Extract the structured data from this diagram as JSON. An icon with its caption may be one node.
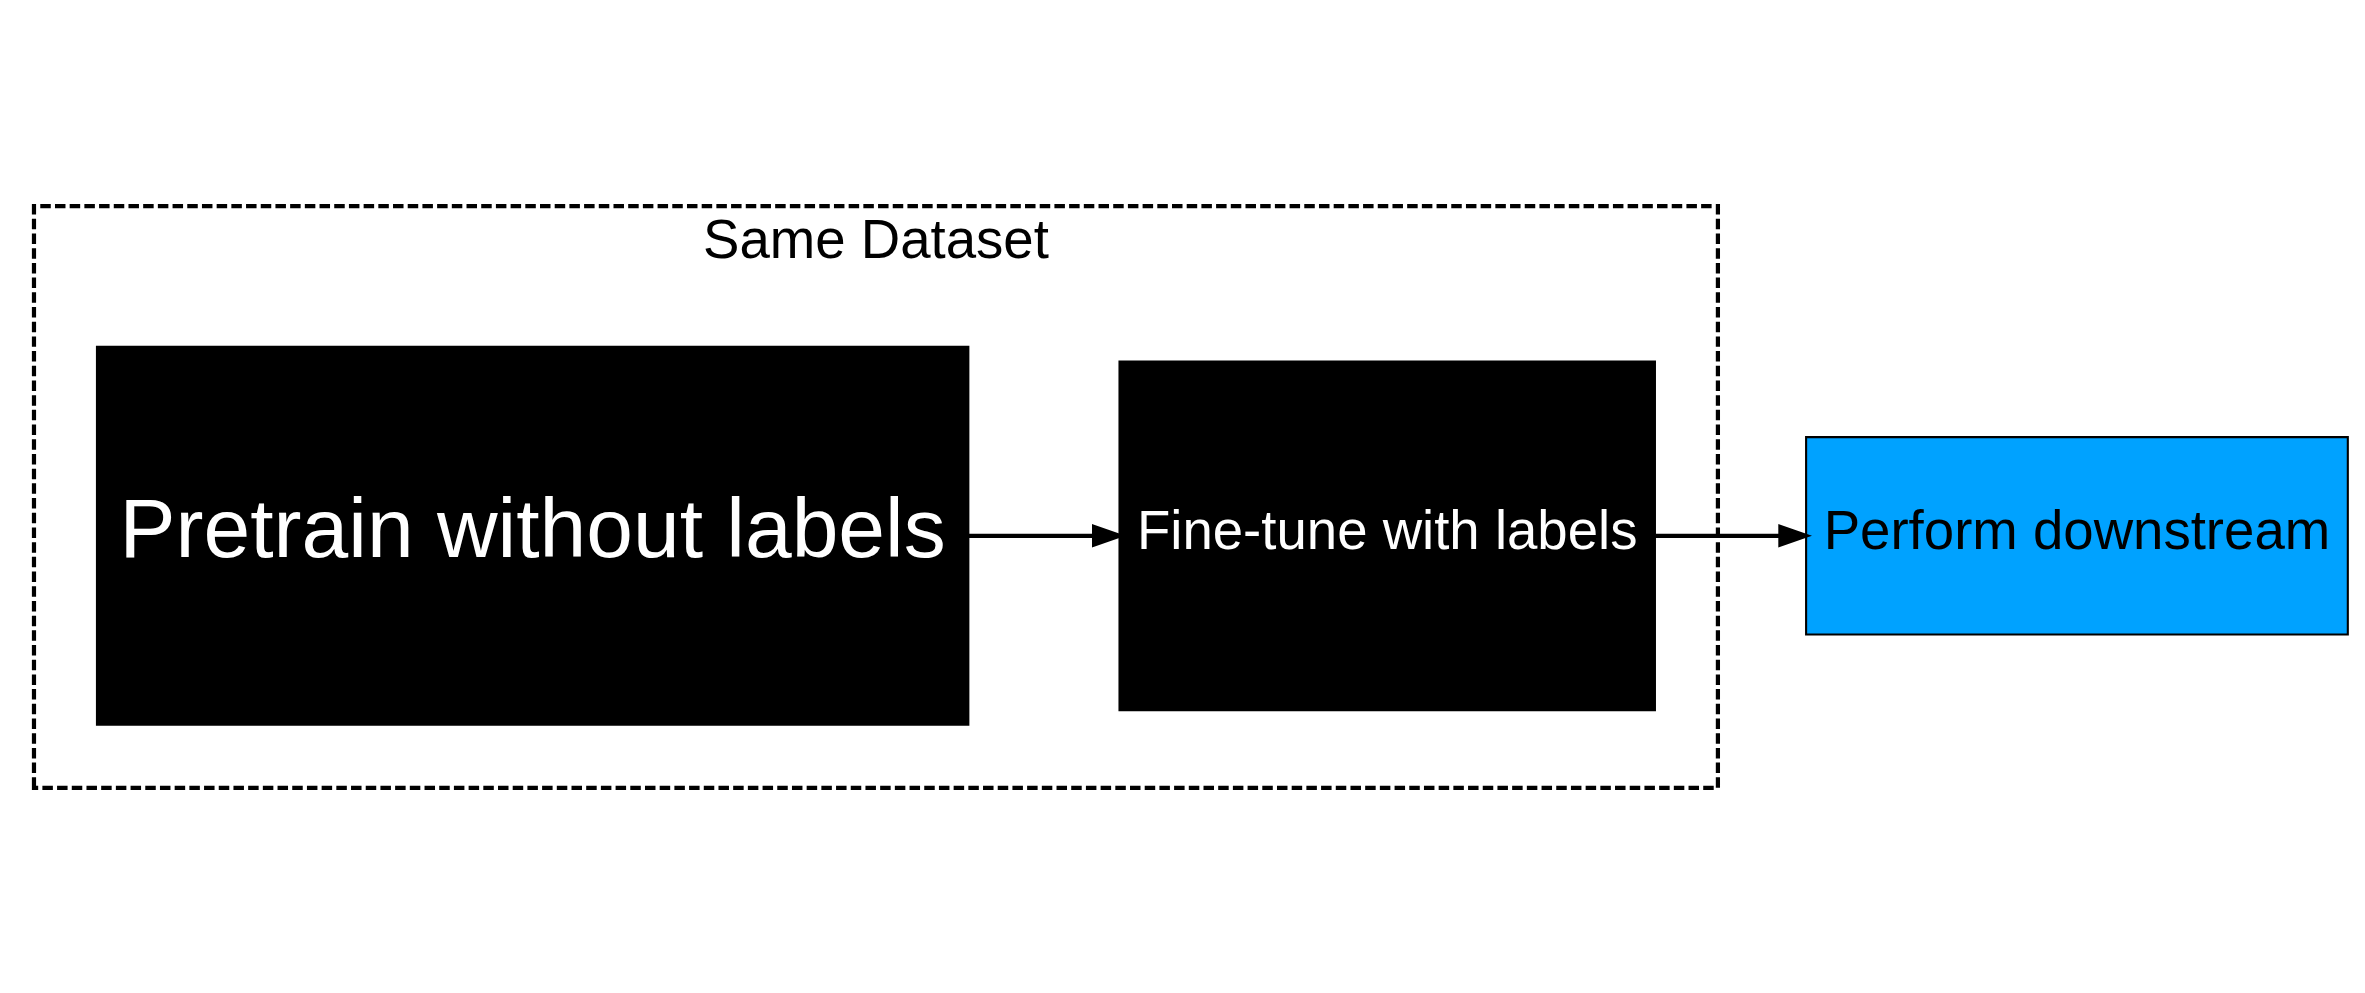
{
  "diagram": {
    "nodes": [
      {
        "text": [
          "Same Dataset"
        ]
      },
      {
        "text": [
          "Pretrain without labels"
        ],
        "in": 0
      },
      {
        "text": [
          "Fine-tune with labels"
        ],
        "in": 0
      },
      {
        "text": [
          "Perform downstream"
        ]
      }
    ],
    "edges": [
      {
        "from": 1,
        "to": 2,
        "arrow": "to"
      },
      {
        "from": 2,
        "to": 3,
        "arrow": "to"
      }
    ]
  }
}
